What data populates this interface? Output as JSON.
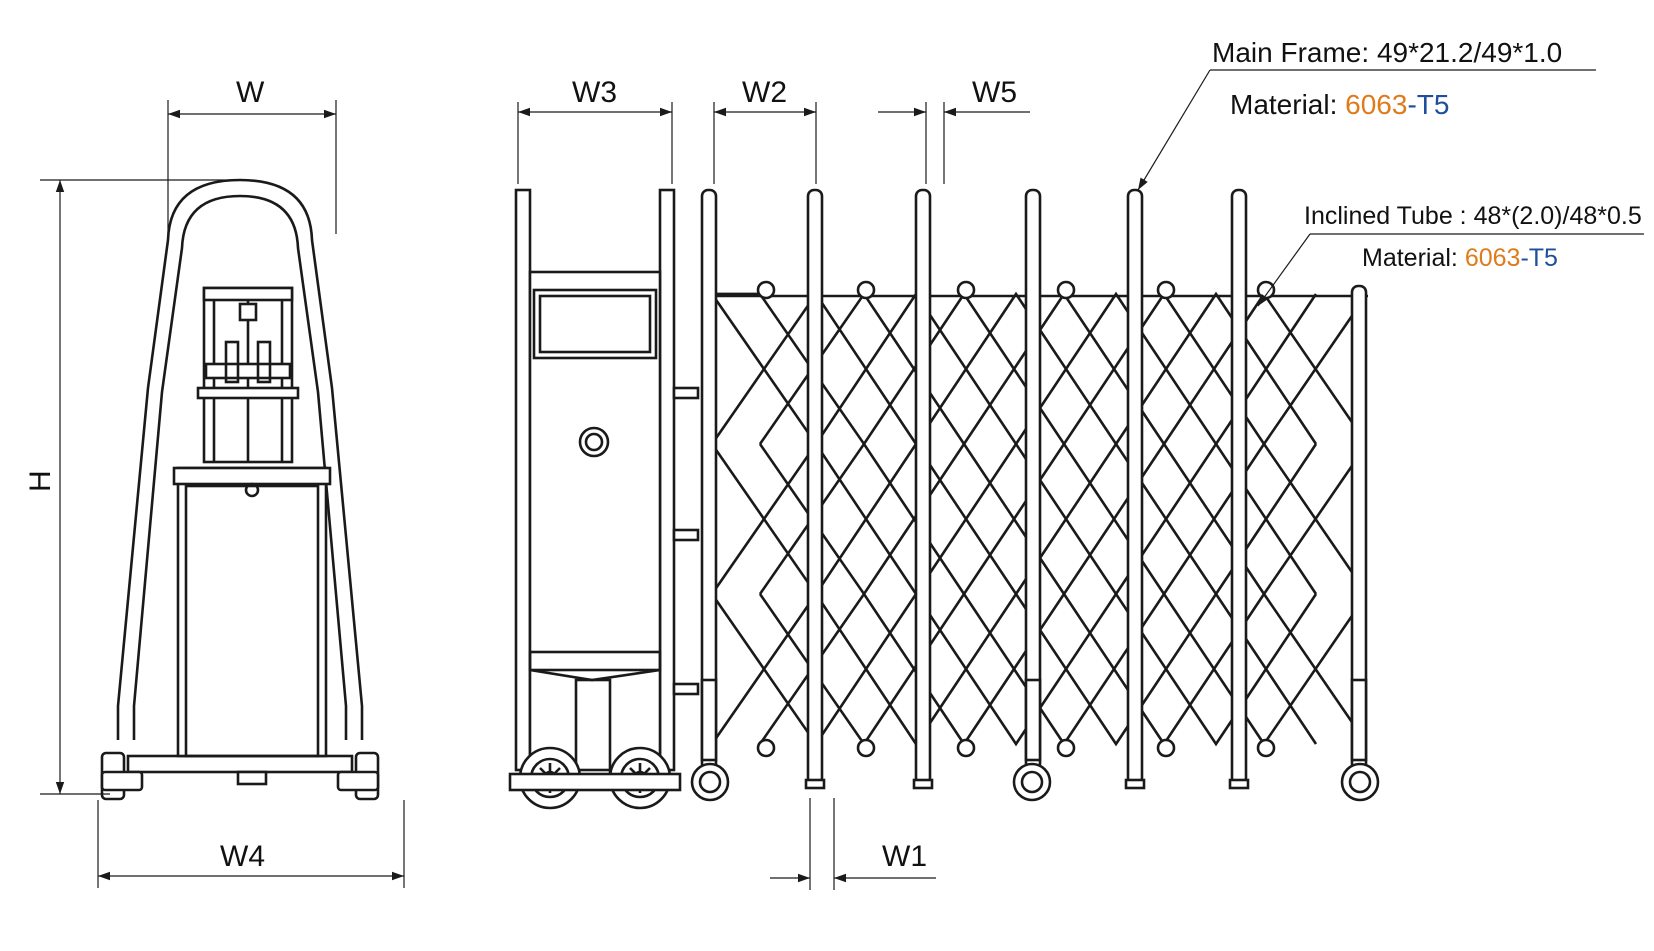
{
  "dimensions": {
    "w": "W",
    "h": "H",
    "w1": "W1",
    "w2": "W2",
    "w3": "W3",
    "w4": "W4",
    "w5": "W5"
  },
  "notes": {
    "main_frame": {
      "label": "Main Frame: ",
      "spec": "49*21.2/49*1.0",
      "material_label": "Material: ",
      "material_alloy": "6063",
      "material_dash": "-",
      "material_temper": "T5"
    },
    "inclined_tube": {
      "label": "Inclined Tube : ",
      "spec": "48*(2.0)/48*0.5",
      "material_label": "Material: ",
      "material_alloy": "6063",
      "material_dash": "-",
      "material_temper": "T5"
    }
  },
  "colors": {
    "line": "#1a1a1a",
    "alloy": "#e07b1a",
    "temper": "#1f4e9c"
  }
}
